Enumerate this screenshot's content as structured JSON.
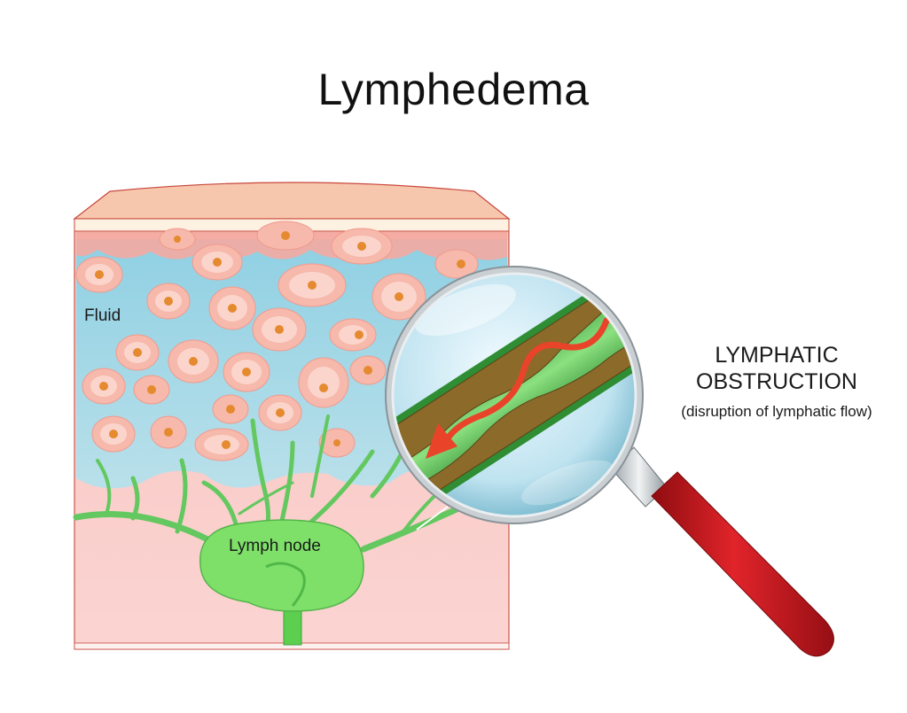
{
  "title": "Lymphedema",
  "labels": {
    "fluid": "Fluid",
    "lymph_node": "Lymph node"
  },
  "callout": {
    "heading": "LYMPHATIC OBSTRUCTION",
    "subheading": "(disruption of lymphatic flow)"
  },
  "colors": {
    "skin_top": "#f6c9b2",
    "dermis": "#f7c6c4",
    "fluid": "#a7d9e6",
    "cell": "#f6b9ab",
    "nucleus": "#e58a2f",
    "vessel": "#5cc35a",
    "obstruction": "#8b6a2a",
    "flow_arrow": "#e9442a",
    "handle": "#c8161d"
  }
}
